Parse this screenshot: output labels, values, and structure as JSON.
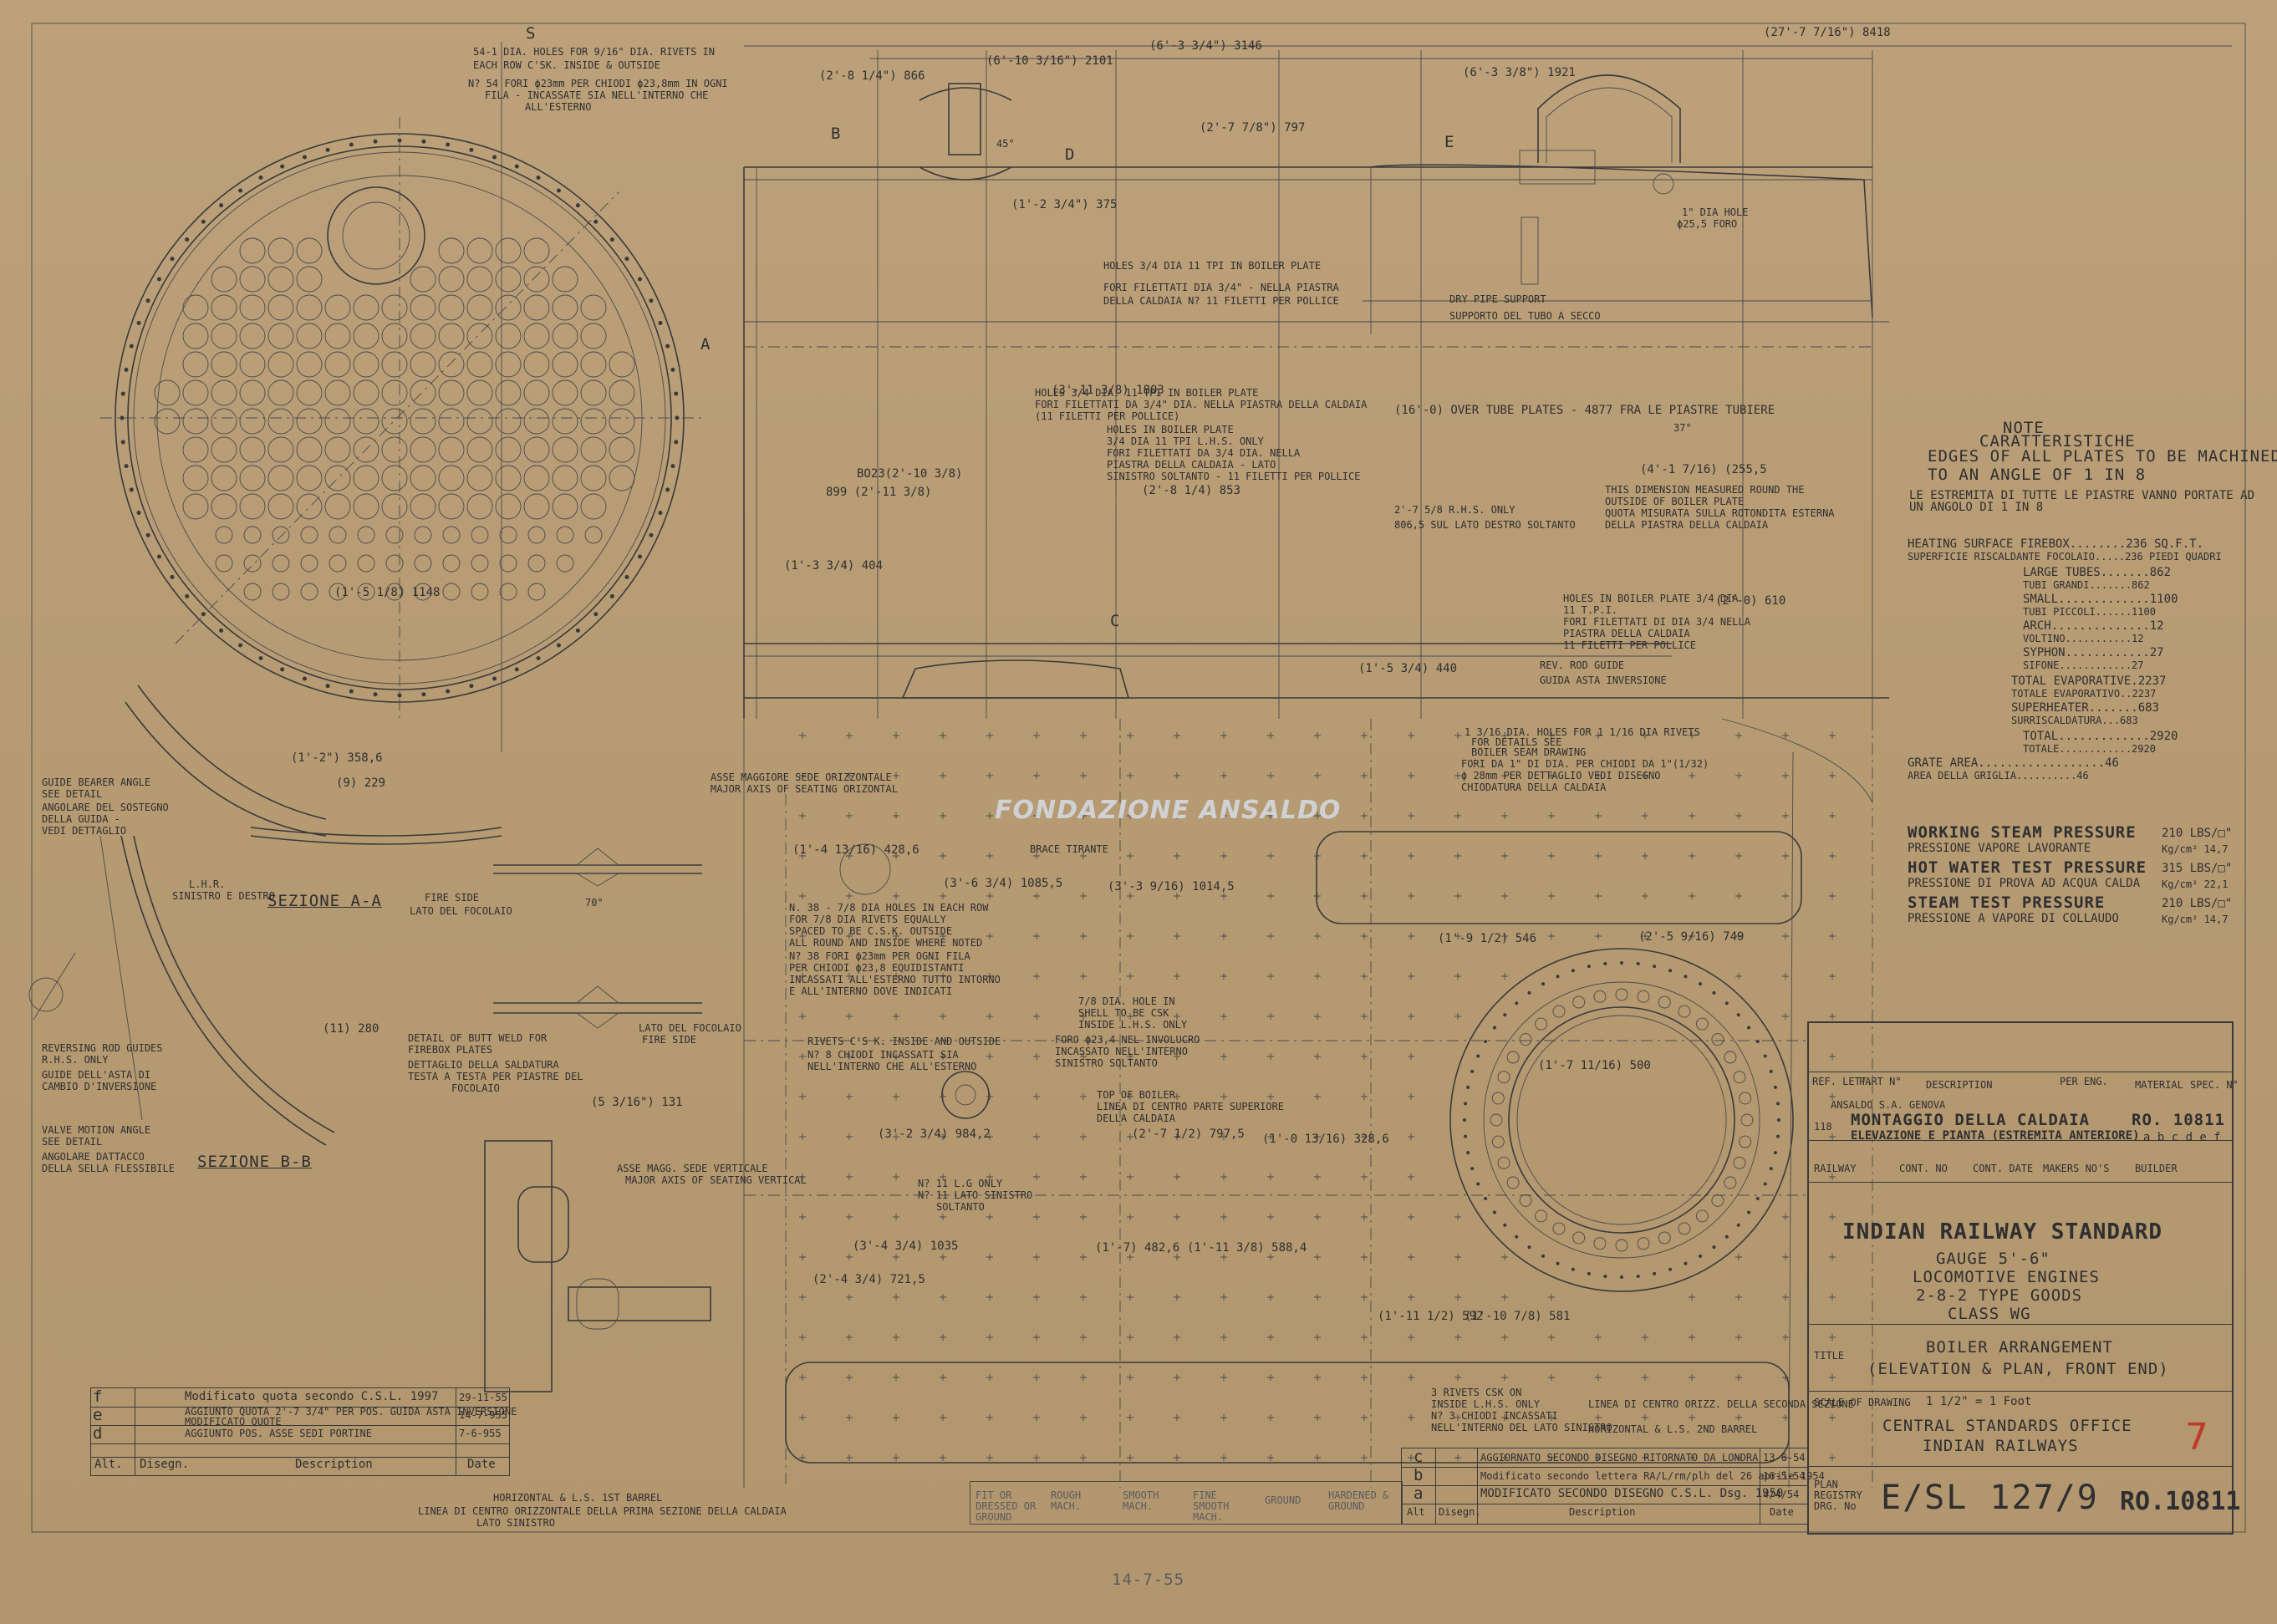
{
  "watermark": "FONDAZIONE ANSALDO",
  "sections": {
    "s_label": "S",
    "a_label": "A",
    "b_label": "B",
    "c_label": "C",
    "d_label": "D",
    "e_label": "E",
    "sezione_aa": "SEZIONE A-A",
    "sezione_bb": "SEZIONE B-B"
  },
  "notes": {
    "note_title": "NOTE",
    "note_title_it": "CARATTERISTICHE",
    "edges_1": "EDGES OF ALL PLATES TO BE MACHINED",
    "edges_2": "TO AN ANGLE OF 1 IN 8",
    "edges_it_1": "LE ESTREMITA DI TUTTE LE PIASTRE VANNO PORTATE AD",
    "edges_it_2": "UN ANGOLO DI 1 IN 8",
    "heating_1": "HEATING SURFACE FIREBOX........236 SQ.F.T.",
    "heating_2": "SUPERFICIE RISCALDANTE FOCOLAIO.....236 PIEDI QUADRI",
    "large_tubes": "LARGE TUBES.......862",
    "tubi_grandi": "TUBI GRANDI.......862",
    "small": "SMALL.............1100",
    "tubi_piccoli": "TUBI PICCOLI......1100",
    "arch": "ARCH..............12",
    "voltino": "VOLTINO...........12",
    "syphon": "SYPHON............27",
    "sifone": "SIFONE............27",
    "total_evap": "TOTAL EVAPORATIVE.2237",
    "totale_evap": "TOTALE EVAPORATIVO..2237",
    "superheater": "SUPERHEATER.......683",
    "surriscaldatura": "SURRISCALDATURA...683",
    "total": "TOTAL.............2920",
    "totale": "TOTALE............2920",
    "grate_area": "GRATE AREA..................46",
    "area_griglia": "AREA DELLA GRIGLIA..........46",
    "working_1": "WORKING STEAM PRESSURE",
    "working_2": "PRESSIONE VAPORE LAVORANTE",
    "working_val": "210 LBS/□\"",
    "working_val_it": "Kg/cm² 14,7",
    "hot_1": "HOT WATER TEST  PRESSURE",
    "hot_2": "PRESSIONE DI PROVA AD ACQUA CALDA",
    "hot_val": "315 LBS/□\"",
    "hot_val_it": "Kg/cm² 22,1",
    "steam_1": "STEAM TEST      PRESSURE",
    "steam_2": "PRESSIONE A VAPORE DI COLLAUDO",
    "steam_val": "210 LBS/□\"",
    "steam_val_it": "Kg/cm² 14,7"
  },
  "dims": {
    "d1": "(6'-10 3/16\") 2101",
    "d2": "(6'-3 3/4\") 3146",
    "d3": "(27'-7 7/16\") 8418",
    "d4": "(2'-8 1/4\") 866",
    "d5": "(2'-7 7/8\") 797",
    "d6": "(6'-3 3/8\") 1921",
    "d7": "(1'-2 3/4\") 375",
    "d8": "(16'-0) OVER TUBE PLATES - 4877  FRA LE PIASTRE TUBIERE",
    "d9": "(4'-1 7/16) (255,5",
    "d10": "(1'-2\") 358,6",
    "d11": "(9) 229",
    "d12": "(11) 280",
    "d13": "(5 3/16\") 131",
    "d14": "(1'-5 3/4) 440",
    "d15": "(2'-0) 610",
    "d16": "(2'-5 9/16) 749",
    "d17": "(1'-9 1/2) 546",
    "d18": "(1'-7 11/16) 500",
    "d19": "(2'-7 1/2) 797,5",
    "d20": "(3'-3 9/16) 1014,5",
    "d21": "(3'-6 3/4) 1085,5",
    "d22": "(1'-11 1/2) 592",
    "d23": "(1'-10 7/8) 581",
    "d24": "(2'-4 3/4) 721,5",
    "d25": "(1'-7) 482,6",
    "d26": "(1'-11 3/8) 588,4",
    "d27": "(3'-4 3/4) 1035",
    "d28": "(1'-4 13/16) 428,6",
    "d29": "(3'-2 3/4) 984,2",
    "d30": "(1'-0 13/16) 328,6",
    "d31": "BO23(2'-10 3/8)",
    "d32": "899 (2'-11 3/8)",
    "d33": "(2'-8 1/4) 853",
    "d34": "(1'-3 3/4) 404",
    "d35": "(1'-5 1/8) 1148",
    "d36": "(3'-11 3/8) 1803"
  },
  "callouts": {
    "c1": "54-1 DIA. HOLES FOR 9/16\" DIA. RIVETS IN",
    "c2": "EACH ROW C'SK. INSIDE & OUTSIDE",
    "c3": "N? 54 FORI ϕ23mm PER CHIODI ϕ23,8mm IN OGNI",
    "c4": "FILA - INCASSATE SIA NELL'INTERNO CHE",
    "c5": "ALL'ESTERNO",
    "c6": "HOLES 3/4 DIA 11 TPI IN BOILER PLATE",
    "c7": "FORI FILETTATI DIA 3/4\" - NELLA PIASTRA",
    "c8": "DELLA CALDAIA N? 11 FILETTI PER POLLICE",
    "c9": "DRY PIPE SUPPORT",
    "c10": "SUPPORTO DEL TUBO A SECCO",
    "c11": "1\" DIA HOLE",
    "c12": "ϕ25,5 FORO",
    "c13": "HOLES 3/4 DIA. 11 TPI IN BOILER PLATE",
    "c14": "FORI FILETTATI DA 3/4\" DIA. NELLA PIASTRA DELLA CALDAIA",
    "c15": "(11 FILETTI PER POLLICE)",
    "c16": "HOLES IN BOILER PLATE",
    "c17": "3/4 DIA 11 TPI L.H.S. ONLY",
    "c18": "FORI FILETTATI DA 3/4 DIA. NELLA",
    "c19": "PIASTRA DELLA CALDAIA - LATO",
    "c20": "SINISTRO SOLTANTO - 11 FILETTI PER POLLICE",
    "c21": "2'-7 5/8 R.H.S. ONLY",
    "c22": "806,5 SUL LATO DESTRO SOLTANTO",
    "c23": "THIS DIMENSION MEASURED ROUND THE",
    "c24": "OUTSIDE OF BOILER PLATE",
    "c25": "QUOTA MISURATA SULLA ROTONDITA ESTERNA",
    "c26": "DELLA PIASTRA DELLA CALDAIA",
    "c27": "HOLES IN BOILER PLATE 3/4 DIA",
    "c28": "11 T.P.I.",
    "c29": "FORI FILETTATI DI DIA 3/4 NELLA",
    "c30": "PIASTRA DELLA CALDAIA",
    "c31": "11 FILETTI PER POLLICE",
    "c32": "REV. ROD GUIDE",
    "c33": "GUIDA ASTA INVERSIONE",
    "c34": "BOILER SEAM DRAWING",
    "c35": "1 3/16 DIA. HOLES FOR 1 1/16 DIA RIVETS",
    "c36": "FOR DETAILS SEE",
    "c37": "FORI DA 1\" DI DIA. PER CHIODI DA 1\"(1/32)",
    "c38": "ϕ 28mm PER DETTAGLIO VEDI DISEGNO",
    "c39": "CHIODATURA DELLA CALDAIA",
    "c40": "ASSE MAGGIORE SEDE ORIZZONTALE",
    "c41": "MAJOR AXIS OF SEATING ORIZONTAL",
    "c42": "ASSE MAGG. SEDE VERTICALE",
    "c43": "MAJOR AXIS OF SEATING VERTICAL",
    "c44": "N. 38 - 7/8 DIA HOLES IN EACH ROW",
    "c45": "FOR 7/8 DIA RIVETS EQUALLY",
    "c46": "SPACED TO BE C.S.K. OUTSIDE",
    "c47": "ALL ROUND AND INSIDE WHERE NOTED",
    "c48": "N? 38 FORI ϕ23mm PER OGNI FILA",
    "c49": "PER CHIODI ϕ23,8 EQUIDISTANTI",
    "c50": "INCASSATI ALL'ESTERNO TUTTO INTORNO",
    "c51": "E ALL'INTERNO DOVE INDICATI",
    "c52": "RIVETS C'S K. INSIDE AND OUTSIDE",
    "c53": "N? 8 CHIODI INCASSATI SIA",
    "c54": "NELL'INTERNO CHE ALL'ESTERNO",
    "c55": "TOP OF BOILER",
    "c56": "LINEA DI CENTRO PARTE SUPERIORE",
    "c57": "DELLA CALDAIA",
    "c58": "7/8 DIA. HOLE IN",
    "c59": "SHELL TO BE CSK",
    "c60": "INSIDE L.H.S. ONLY",
    "c61": "FORO ϕ23,4 NEL INVOLUCRO",
    "c62": "INCASSATO NELL'INTERNO",
    "c63": "SINISTRO SOLTANTO",
    "c64": "N? 11 L.G ONLY",
    "c65": "N? 11 LATO SINISTRO",
    "c66": "SOLTANTO",
    "c67": "3 RIVETS CSK ON",
    "c68": "INSIDE L.H.S. ONLY",
    "c69": "N? 3 CHIODI INCASSATI",
    "c70": "NELL'INTERNO DEL LATO SINISTRO",
    "c71": "LINEA DI CENTRO ORIZZ. DELLA SECONDA SEZIONE",
    "c72": "HORIZONTAL & L.S. 2ND BARREL",
    "c73": "HORIZONTAL & L.S. 1ST BARREL",
    "c74": "LINEA DI CENTRO ORIZZONTALE DELLA PRIMA SEZIONE DELLA CALDAIA",
    "c75": "LATO SINISTRO",
    "c76": "GUIDE BEARER ANGLE",
    "c77": "SEE DETAIL",
    "c78": "ANGOLARE DEL SOSTEGNO",
    "c79": "DELLA GUIDA -",
    "c80": "VEDI DETTAGLIO",
    "c81": "L.H.R.",
    "c82": "SINISTRO E DESTRO",
    "c83": "REVERSING ROD GUIDES",
    "c84": "R.H.S. ONLY",
    "c85": "GUIDE DELL'ASTA DI",
    "c86": "CAMBIO D'INVERSIONE",
    "c87": "VALVE MOTION ANGLE",
    "c88": "SEE DETAIL",
    "c89": "ANGOLARE DATTACCO",
    "c90": "DELLA SELLA FLESSIBILE",
    "c91": "FIRE SIDE",
    "c92": "LATO DEL FOCOLAIO",
    "c93": "DETAIL OF BUTT WELD FOR",
    "c94": "FIREBOX PLATES",
    "c95": "DETTAGLIO DELLA SALDATURA",
    "c96": "TESTA A TESTA PER PIASTRE DEL",
    "c97": "FOCOLAIO",
    "c98": "LATO DEL FOCOLAIO",
    "c99": "FIRE SIDE",
    "c100": "BRACE TIRANTE",
    "c101": "70°",
    "c102": "37°",
    "c103": "45°"
  },
  "revisions_left": {
    "rows": [
      {
        "letter": "f",
        "text": "Modificato quota secondo C.S.L. 1997",
        "date": "29-11-55"
      },
      {
        "letter": "e",
        "text": "AGGIUNTO QUOTA 2'-7 3/4\" PER POS. GUIDA ASTA INVERSIONE",
        "date": "14-7-955"
      },
      {
        "letter": "",
        "text": "MODIFICATO QUOTE",
        "date": ""
      },
      {
        "letter": "d",
        "text": "AGGIUNTO POS. ASSE SEDI PORTINE",
        "date": "7-6-955"
      }
    ],
    "h_alt": "Alt.",
    "h_disegn": "Disegn.",
    "h_desc": "Description",
    "h_date": "Date"
  },
  "revisions_right": {
    "rows": [
      {
        "letter": "c",
        "text": "AGGIORNATO SECONDO DISEGNO RITORNATO DA LONDRA",
        "date": "13-6-54"
      },
      {
        "letter": "b",
        "text": "Modificato secondo lettera RA/L/rm/plh del 26 aprile 1954",
        "date": "16-5-54"
      },
      {
        "letter": "a",
        "text": "MODIFICATO SECONDO DISEGNO C.S.L. Dsg. 1950",
        "date": "4/4/54"
      }
    ],
    "h_alt": "Alt",
    "h_disegn": "Disegn.",
    "h_desc": "Description",
    "h_date": "Date"
  },
  "bottom_strip": {
    "cells": [
      "FIT OR DRESSED OR GROUND",
      "ROUGH MACH.",
      "SMOOTH MACH.",
      "FINE SMOOTH MACH.",
      "GROUND",
      "HARDENED & GROUND"
    ]
  },
  "title_block": {
    "ref_header": [
      "REF. LETT.",
      "PART N°",
      "DESCRIPTION",
      "PER ENG.",
      "MATERIAL",
      "SPEC. N°"
    ],
    "ansaldo": "ANSALDO S.A. GENOVA",
    "montaggio": "MONTAGGIO DELLA CALDAIA",
    "elevazione": "ELEVAZIONE E PIANTA (ESTREMITA ANTERIORE)",
    "ro": "RO. 10811",
    "ro_letters": "a b c d e f",
    "num_118": "118",
    "railway_row": [
      "RAILWAY",
      "CONT. NO",
      "CONT. DATE",
      "MAKERS NO'S",
      "BUILDER"
    ],
    "irs": "INDIAN RAILWAY STANDARD",
    "gauge": "GAUGE 5'-6\"",
    "loco": "LOCOMOTIVE ENGINES",
    "type": "2-8-2 TYPE GOODS",
    "class": "CLASS WG",
    "title_lbl": "TITLE",
    "boiler": "BOILER ARRANGEMENT",
    "elev_plan": "(ELEVATION & PLAN, FRONT END)",
    "scale_lbl": "SCALE OF DRAWING",
    "scale": "1 1/2\" = 1 Foot",
    "cso": "CENTRAL STANDARDS OFFICE",
    "ir": "INDIAN RAILWAYS",
    "plan_reg": "PLAN REGISTRY DRG. No",
    "drg_no": "E/SL 127/9",
    "ro2": "RO.10811",
    "red_mark": "7"
  },
  "bottom_note": "14-7-55"
}
